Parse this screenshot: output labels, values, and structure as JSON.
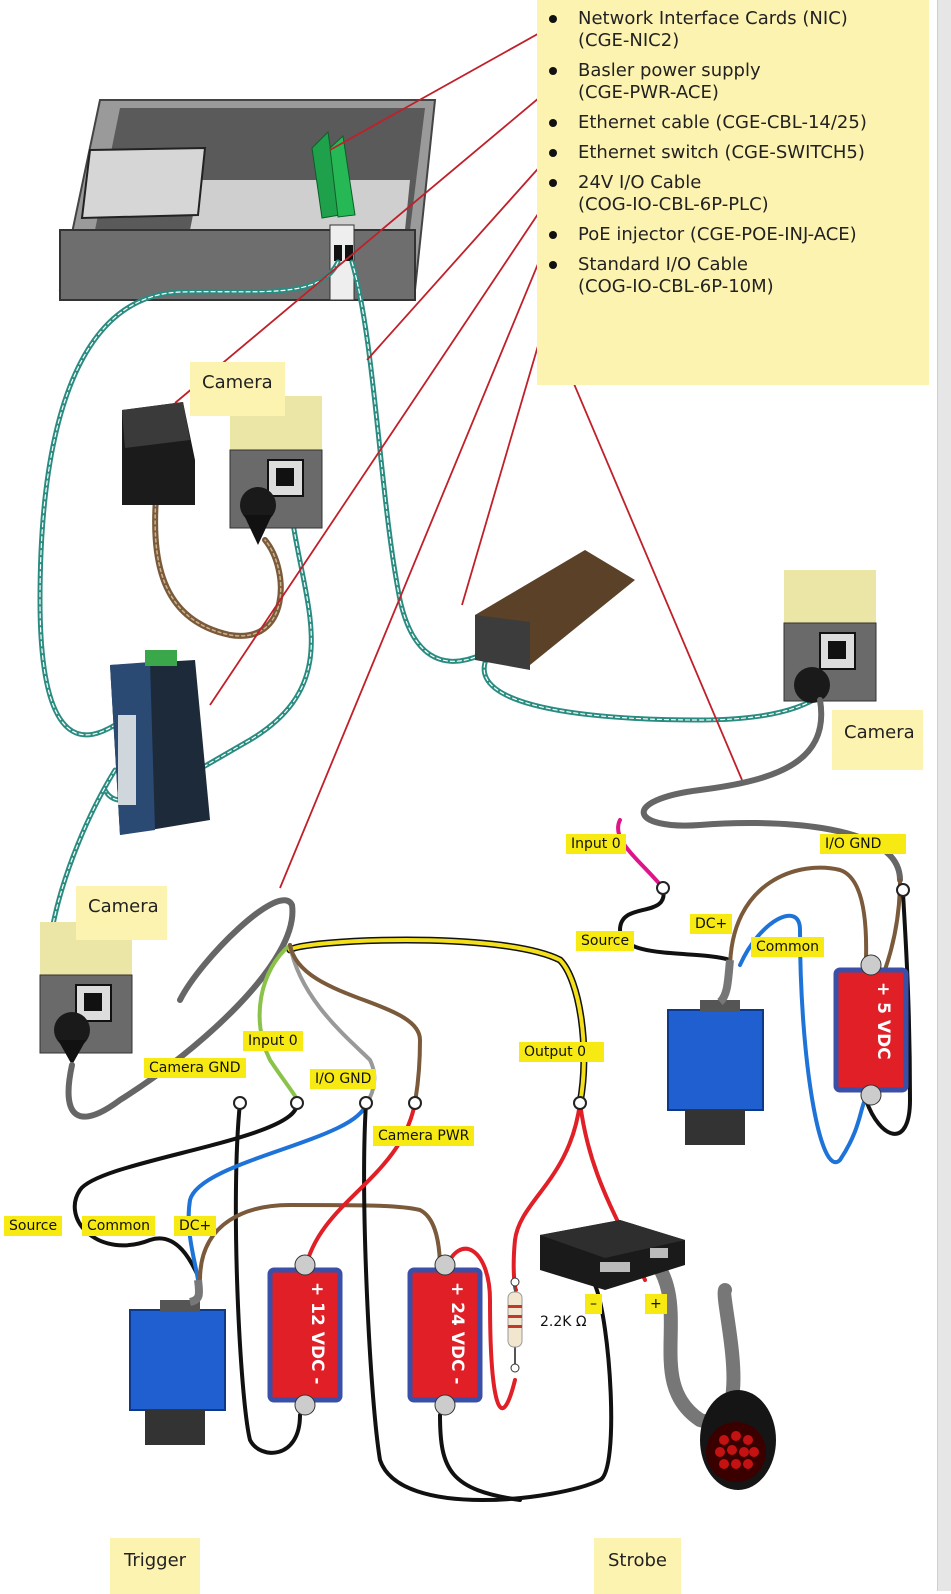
{
  "legend": {
    "items": [
      {
        "line1": "Network Interface Cards (NIC)",
        "line2": "(CGE-NIC2)"
      },
      {
        "line1": "Basler power supply",
        "line2": "(CGE-PWR-ACE)"
      },
      {
        "line1": "Ethernet cable (CGE-CBL-14/25)",
        "line2": ""
      },
      {
        "line1": "Ethernet switch (CGE-SWITCH5)",
        "line2": ""
      },
      {
        "line1": "24V I/O Cable",
        "line2": "(COG-IO-CBL-6P-PLC)"
      },
      {
        "line1": "PoE injector (CGE-POE-INJ-ACE)",
        "line2": ""
      },
      {
        "line1": "Standard I/O Cable",
        "line2": "(COG-IO-CBL-6P-10M)"
      }
    ]
  },
  "labels": {
    "camera_1": "Camera",
    "camera_2": "Camera",
    "camera_3": "Camera",
    "trigger": "Trigger",
    "strobe": "Strobe"
  },
  "tags": {
    "input0_right": "Input 0",
    "io_gnd_right": "I/O GND",
    "dc_plus_right": "DC+",
    "common_right": "Common",
    "source_right": "Source",
    "input0_left": "Input 0",
    "camera_gnd": "Camera GND",
    "io_gnd_left": "I/O GND",
    "camera_pwr": "Camera PWR",
    "output0": "Output 0",
    "source_left": "Source",
    "common_left": "Common",
    "dc_plus_left": "DC+",
    "minus": "–",
    "plus": "+"
  },
  "supplies": {
    "v5": "+  5 VDC",
    "v12": "+ 12 VDC -",
    "v24": "+ 24 VDC -"
  },
  "resistor": "2.2K Ω",
  "colors": {
    "legend_bg": "#fdf3b0",
    "tag_bg": "#f7ea12",
    "pointer_line": "#c0202a",
    "ethernet_cable": "#2a8c80",
    "power_cable": "#7a5a3a",
    "io_cable": "#777777",
    "supply_red": "#e01f26",
    "supply_border": "#3a4fa8",
    "sensor_blue": "#1f5fd0"
  }
}
